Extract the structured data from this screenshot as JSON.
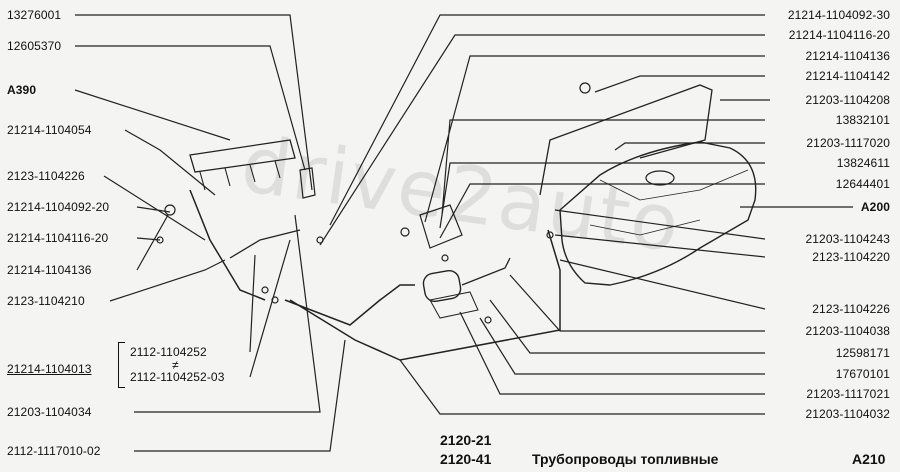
{
  "watermark": "drive2auto",
  "left_labels": [
    {
      "id": "13276001",
      "text": "13276001"
    },
    {
      "id": "12605370",
      "text": "12605370"
    },
    {
      "id": "a390",
      "text": "A390"
    },
    {
      "id": "21214-1104054",
      "text": "21214-1104054"
    },
    {
      "id": "2123-1104226",
      "text": "2123-1104226"
    },
    {
      "id": "21214-1104092-20",
      "text": "21214-1104092-20"
    },
    {
      "id": "21214-1104116-20",
      "text": "21214-1104116-20"
    },
    {
      "id": "21214-1104136",
      "text": "21214-1104136"
    },
    {
      "id": "2123-1104210",
      "text": "2123-1104210"
    },
    {
      "id": "21214-1104013",
      "text": "21214-1104013"
    },
    {
      "id": "21203-1104034",
      "text": "21203-1104034"
    },
    {
      "id": "2112-1117010-02",
      "text": "2112-1117010-02"
    }
  ],
  "bracket_labels": {
    "top": "2112-1104252",
    "symbol": "≠",
    "bottom": "2112-1104252-03"
  },
  "right_labels": [
    {
      "id": "21214-1104092-30",
      "text": "21214-1104092-30"
    },
    {
      "id": "21214-1104116-20",
      "text": "21214-1104116-20"
    },
    {
      "id": "21214-1104136",
      "text": "21214-1104136"
    },
    {
      "id": "21214-1104142",
      "text": "21214-1104142"
    },
    {
      "id": "21203-1104208",
      "text": "21203-1104208"
    },
    {
      "id": "13832101",
      "text": "13832101"
    },
    {
      "id": "21203-1117020",
      "text": "21203-1117020"
    },
    {
      "id": "13824611",
      "text": "13824611"
    },
    {
      "id": "12644401",
      "text": "12644401"
    },
    {
      "id": "a200",
      "text": "A200"
    },
    {
      "id": "21203-1104243",
      "text": "21203-1104243"
    },
    {
      "id": "2123-1104220",
      "text": "2123-1104220"
    },
    {
      "id": "2123-1104226",
      "text": "2123-1104226"
    },
    {
      "id": "21203-1104038",
      "text": "21203-1104038"
    },
    {
      "id": "12598171",
      "text": "12598171"
    },
    {
      "id": "17670101",
      "text": "17670101"
    },
    {
      "id": "21203-1117021",
      "text": "21203-1117021"
    },
    {
      "id": "21203-1104032",
      "text": "21203-1104032"
    }
  ],
  "footer": {
    "model1": "2120-21",
    "model2": "2120-41",
    "title": "Трубопроводы топливные",
    "page": "A210"
  }
}
